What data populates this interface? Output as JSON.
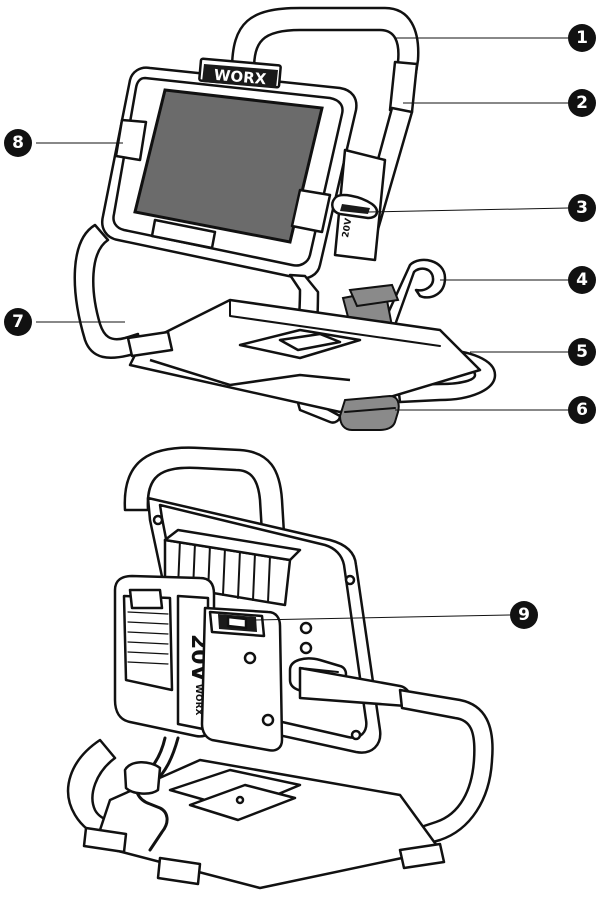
{
  "brand_label": "WORX",
  "battery_voltage_label": "20V",
  "battery_brand_label": "WORX",
  "callouts": [
    "1",
    "2",
    "3",
    "4",
    "5",
    "6",
    "7",
    "8",
    "9"
  ]
}
